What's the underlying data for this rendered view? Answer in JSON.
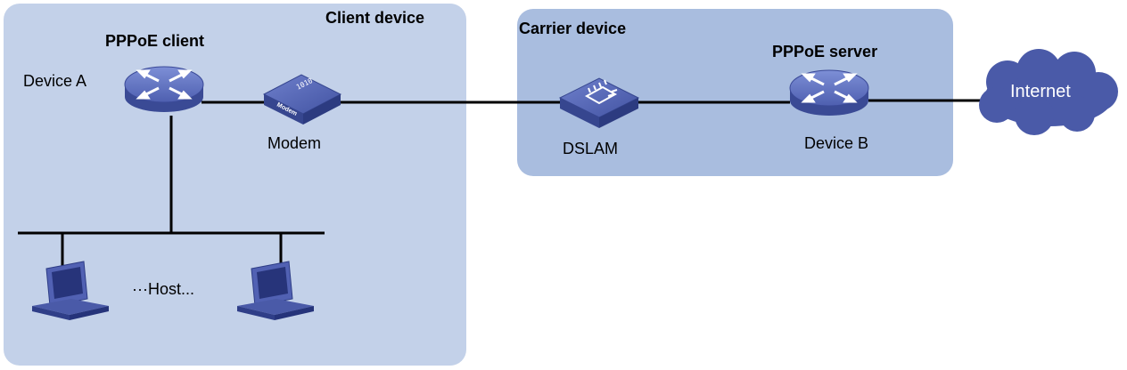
{
  "regions": {
    "client": "Client device",
    "carrier": "Carrier device"
  },
  "roles": {
    "pppoe_client": "PPPoE client",
    "pppoe_server": "PPPoE server"
  },
  "devices": {
    "device_a": "Device A",
    "modem": "Modem",
    "dslam": "DSLAM",
    "device_b": "Device B",
    "internet": "Internet",
    "hosts": "···Host...",
    "modem_badge": "Modem",
    "modem_glyph": "1010"
  },
  "colors": {
    "client_region": "#c3d1e9",
    "carrier_region": "#a9bddf",
    "device_blue": "#4a5aa8",
    "line": "#000000"
  },
  "icons": [
    "router-icon",
    "modem-icon",
    "dslam-icon",
    "cloud-icon",
    "host-pc-icon"
  ]
}
